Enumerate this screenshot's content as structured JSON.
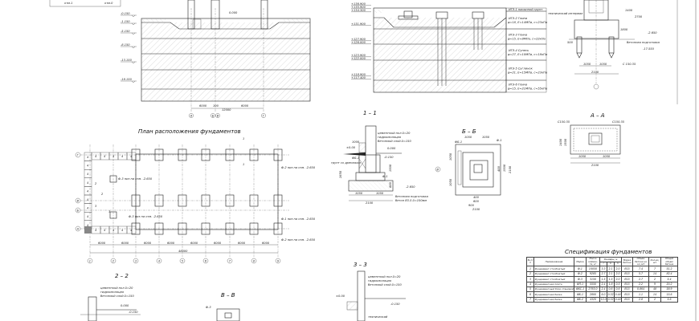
{
  "section_top_left": {
    "levels": [
      "-0.150",
      "-1.150",
      "-5.150",
      "-8.150",
      "-13.150",
      "-18.150"
    ],
    "zero": "0.000",
    "axes": [
      "А",
      "Б",
      "В",
      "Г"
    ],
    "dims": [
      "6000",
      "100",
      "6000",
      "12000"
    ],
    "legend_box": [
      "отм.1",
      "отм.0"
    ]
  },
  "geology": {
    "levels": [
      "+136.900",
      "+135.900",
      "+134.300",
      "+131.900",
      "+127.900",
      "+126.000",
      "+123.900",
      "+122.000",
      "+118.900",
      "+117.400"
    ],
    "layers": [
      {
        "name": "ИГЭ-1 насыпной грунт",
        "props": ""
      },
      {
        "name": "ИГЭ-2 Глина",
        "props": "φ=18, E=14МПа, c=23кПа"
      },
      {
        "name": "ИГЭ-3 Глина",
        "props": "φ=15, E=8МПа, c=22кПа"
      },
      {
        "name": "ИГЭ-4 Супесь",
        "props": "φ=27, E=10МПа, c=18кПа"
      },
      {
        "name": "ИГЭ-5 Суглинок",
        "props": "φ=21, E=15МПа, c=23кПа"
      },
      {
        "name": "ИГЭ-6 Глина",
        "props": "φ=15, E=21МПа, c=55кПа"
      }
    ]
  },
  "pile_detail": {
    "note_left": "технический интервал",
    "level1": "-2.650",
    "level2": "-17.550",
    "prep": "бетонная подготовка",
    "pile": "С 150.35",
    "dims": [
      "1050",
      "1050",
      "2100",
      "1400",
      "2700",
      "1800",
      "500"
    ]
  },
  "plan": {
    "title": "План расположения фундаментов",
    "col_axes": [
      "1",
      "2",
      "3",
      "4",
      "5",
      "6",
      "7",
      "8",
      "9"
    ],
    "row_axes": [
      "Г",
      "В",
      "Б",
      "А"
    ],
    "spans": [
      "6000",
      "6000",
      "6000",
      "6000",
      "6000",
      "6000",
      "6000",
      "6000"
    ],
    "total": "48000",
    "notes": [
      "Ф-2 низ на отм. -2.650",
      "Ф-3 низ на отм. -2.650",
      "Ф-3 низ на отм. -2.650",
      "Ф-1 низ на отм. -2.650",
      "Ф-2 низ на отм. -2.650"
    ],
    "block": "4",
    "cut_labels": [
      "1",
      "1",
      "2",
      "2",
      "3",
      "3"
    ]
  },
  "section_1_1": {
    "title": "1 – 1",
    "notes": [
      "цементный пол δ=20",
      "гидроизоляция",
      "бетонный слой δ=150"
    ],
    "levels": [
      "0.000",
      "-0.150",
      "-2.650",
      "±0.00"
    ],
    "marks": [
      "Ф-1",
      "ФБ-1"
    ],
    "soil": "грунт со дренажом",
    "dims": [
      "1050",
      "1050",
      "2100",
      "1000",
      "2650",
      "1500",
      "600"
    ],
    "prep": [
      "бетонная подготовка",
      "бетон В3.5 δ=100мм"
    ]
  },
  "section_b_b": {
    "title": "Б – Б",
    "marks": [
      "Ф-1",
      "ФБ-1"
    ],
    "axis": "В",
    "dims": [
      "1050",
      "1050",
      "1050",
      "1050",
      "400",
      "600",
      "900",
      "2100",
      "1500",
      "2100",
      "400"
    ]
  },
  "section_a_a": {
    "title": "А – А",
    "marks": [
      "С150.35",
      "С150.35"
    ],
    "dims": [
      "1050",
      "1050",
      "2100",
      "1500",
      "1400"
    ]
  },
  "spec": {
    "title": "Спецификация фундаментов",
    "headers": [
      "№ п/п",
      "Наименование",
      "Марка",
      "Масса элемен-та, кг",
      "Размеры, м",
      "l",
      "b",
      "h",
      "Марка бетона",
      "Объем бетона на эл.,м3",
      "Кол-во, шт",
      "Общий объем бетона"
    ],
    "rows": [
      [
        "1",
        "Фундамент столбчатый",
        "Ф-1",
        "10050",
        "3.3",
        "2.1",
        "2.0",
        "В15",
        "7.4",
        "7",
        "51.2"
      ],
      [
        "2",
        "Фундамент столбчатый",
        "Ф-2",
        "9285",
        "2.7",
        "2.1",
        "2.0",
        "В15",
        "5.7",
        "14",
        "82.4"
      ],
      [
        "3",
        "Фундамент столбчатый",
        "Ф-3",
        "3150",
        "1.5",
        "1.5",
        "2.0",
        "В15",
        "2.7",
        "2",
        "5.4"
      ],
      [
        "4",
        "Фундаментная плита",
        "ФП-1",
        "5550",
        "2.4",
        "1.8",
        "0.5",
        "В15",
        "2.2",
        "9",
        "20.2"
      ],
      [
        "5",
        "Фундаментный блок стеновой",
        "ФБС-1",
        "2763.0",
        "2.4",
        "0.6",
        "0.6",
        "В15",
        "0.864",
        "48",
        "58.9"
      ],
      [
        "6",
        "Фундаментная балка",
        "ФБ-1",
        "2800",
        "6.0",
        "0.32",
        "0.44",
        "В15",
        "1.1",
        "14",
        "15.6"
      ],
      [
        "7",
        "Фундаментная балка",
        "ФБ-2",
        "4320",
        "12.0",
        "0.32",
        "0.44",
        "В15",
        "2.8",
        "2",
        "5.6"
      ]
    ]
  },
  "section_2_2": {
    "title": "2 – 2",
    "notes": [
      "цементный пол δ=20",
      "гидроизоляция",
      "бетонный слой δ=150"
    ],
    "levels": [
      "0.000",
      "-0.150"
    ]
  },
  "section_v_v": {
    "title": "В – В",
    "mark": "Ф-3"
  },
  "section_3_3": {
    "title": "3 – 3",
    "notes": [
      "цементный пол δ=20",
      "гидроизоляция",
      "бетонный слой δ=150"
    ],
    "levels": [
      "±0.00",
      "-0.150"
    ],
    "extra": "технический"
  }
}
